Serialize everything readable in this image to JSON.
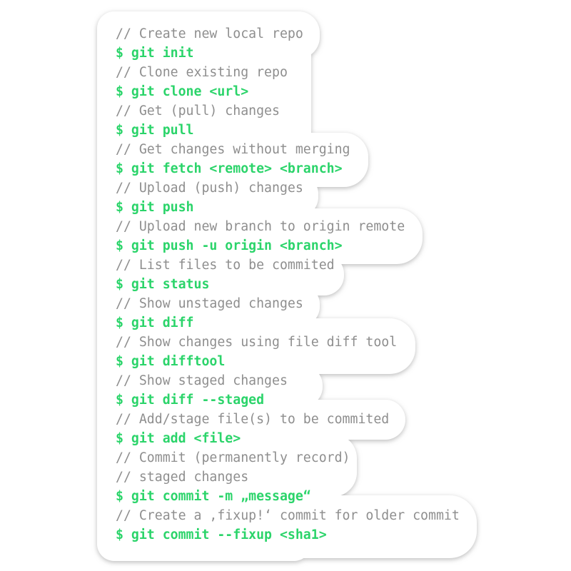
{
  "colors": {
    "background": "#ffffff",
    "sticker_fill": "#ffffff",
    "sticker_shadow": "#b8b8b8",
    "comment": "#8e8e8e",
    "command": "#2bd46a"
  },
  "lines": [
    {
      "kind": "comment",
      "text": "// Create new local repo"
    },
    {
      "kind": "command",
      "text": "$ git init"
    },
    {
      "kind": "comment",
      "text": "// Clone existing repo"
    },
    {
      "kind": "command",
      "text": "$ git clone <url>"
    },
    {
      "kind": "comment",
      "text": "// Get (pull) changes"
    },
    {
      "kind": "command",
      "text": "$ git pull"
    },
    {
      "kind": "comment",
      "text": "// Get changes without merging"
    },
    {
      "kind": "command",
      "text": "$ git fetch <remote> <branch>"
    },
    {
      "kind": "comment",
      "text": "// Upload (push) changes"
    },
    {
      "kind": "command",
      "text": "$ git push"
    },
    {
      "kind": "comment",
      "text": "// Upload new branch to origin remote"
    },
    {
      "kind": "command",
      "text": "$ git push -u origin <branch>"
    },
    {
      "kind": "comment",
      "text": "// List files to be commited"
    },
    {
      "kind": "command",
      "text": "$ git status"
    },
    {
      "kind": "comment",
      "text": "// Show unstaged changes"
    },
    {
      "kind": "command",
      "text": "$ git diff"
    },
    {
      "kind": "comment",
      "text": "// Show changes using file diff tool"
    },
    {
      "kind": "command",
      "text": "$ git difftool"
    },
    {
      "kind": "comment",
      "text": "// Show staged changes"
    },
    {
      "kind": "command",
      "text": "$ git diff --staged"
    },
    {
      "kind": "comment",
      "text": "// Add/stage file(s) to be commited"
    },
    {
      "kind": "command",
      "text": "$ git add <file>"
    },
    {
      "kind": "comment",
      "text": "// Commit (permanently record)"
    },
    {
      "kind": "comment",
      "text": "// staged changes"
    },
    {
      "kind": "command",
      "text": "$ git commit -m „message“"
    },
    {
      "kind": "comment",
      "text": "// Create a ‚fixup!‘ commit for older commit"
    },
    {
      "kind": "command",
      "text": "$ git commit --fixup <sha1>"
    }
  ]
}
